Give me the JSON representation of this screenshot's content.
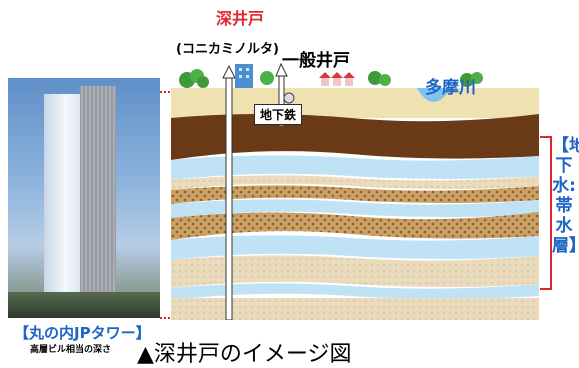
{
  "labels": {
    "deep_well": "深井戸",
    "konica": "(コニカミノルタ)",
    "general_well": "一般井戸",
    "tama_river": "多摩川",
    "subway": "地下鉄",
    "aquifer": "【地下水:帯水層】",
    "tower": "【丸の内JPタワー】",
    "depth_note": "高層ビル相当の深さ",
    "caption": "▲深井戸のイメージ図"
  },
  "colors": {
    "accent_red": "#e0262a",
    "label_blue": "#1d64c6",
    "sky": "#ffffff",
    "surface": "#f2e6b8",
    "clay_brown": "#6a3a16",
    "water_blue": "#bfe3f5",
    "sand": "#e9d8b8",
    "gravel": "#c79b5e"
  },
  "icons": [
    "tree-icon",
    "building-icon",
    "house-icon",
    "tunnel-icon"
  ]
}
